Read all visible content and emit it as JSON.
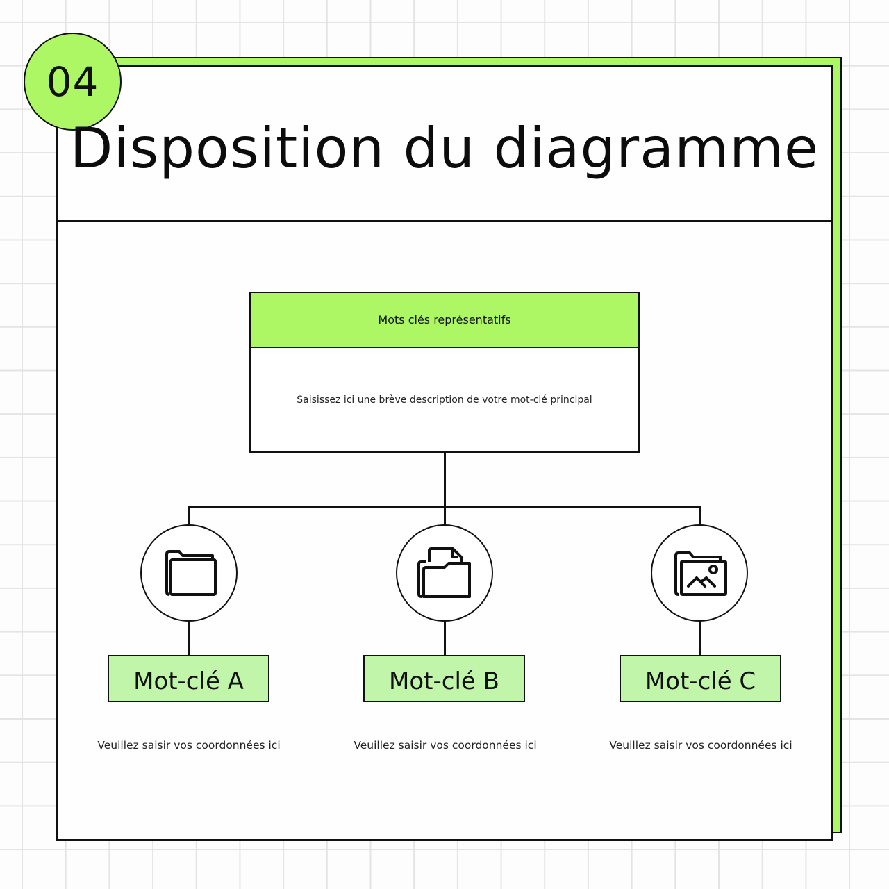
{
  "badge": {
    "number": "04"
  },
  "header": {
    "title": "Disposition du diagramme"
  },
  "main_box": {
    "heading": "Mots clés représentatifs",
    "description": "Saisissez ici une brève description de votre mot-clé principal"
  },
  "branches": [
    {
      "icon": "folder-icon",
      "label": "Mot-clé A",
      "description": "Veuillez saisir vos coordonnées ici"
    },
    {
      "icon": "folder-document-icon",
      "label": "Mot-clé B",
      "description": "Veuillez saisir vos coordonnées ici"
    },
    {
      "icon": "folder-image-icon",
      "label": "Mot-clé C",
      "description": "Veuillez saisir vos coordonnées ici"
    }
  ],
  "colors": {
    "accent_green": "#adf764",
    "label_green": "#c1f5a9",
    "stroke": "#111111",
    "grid": "#e4e4e6"
  }
}
